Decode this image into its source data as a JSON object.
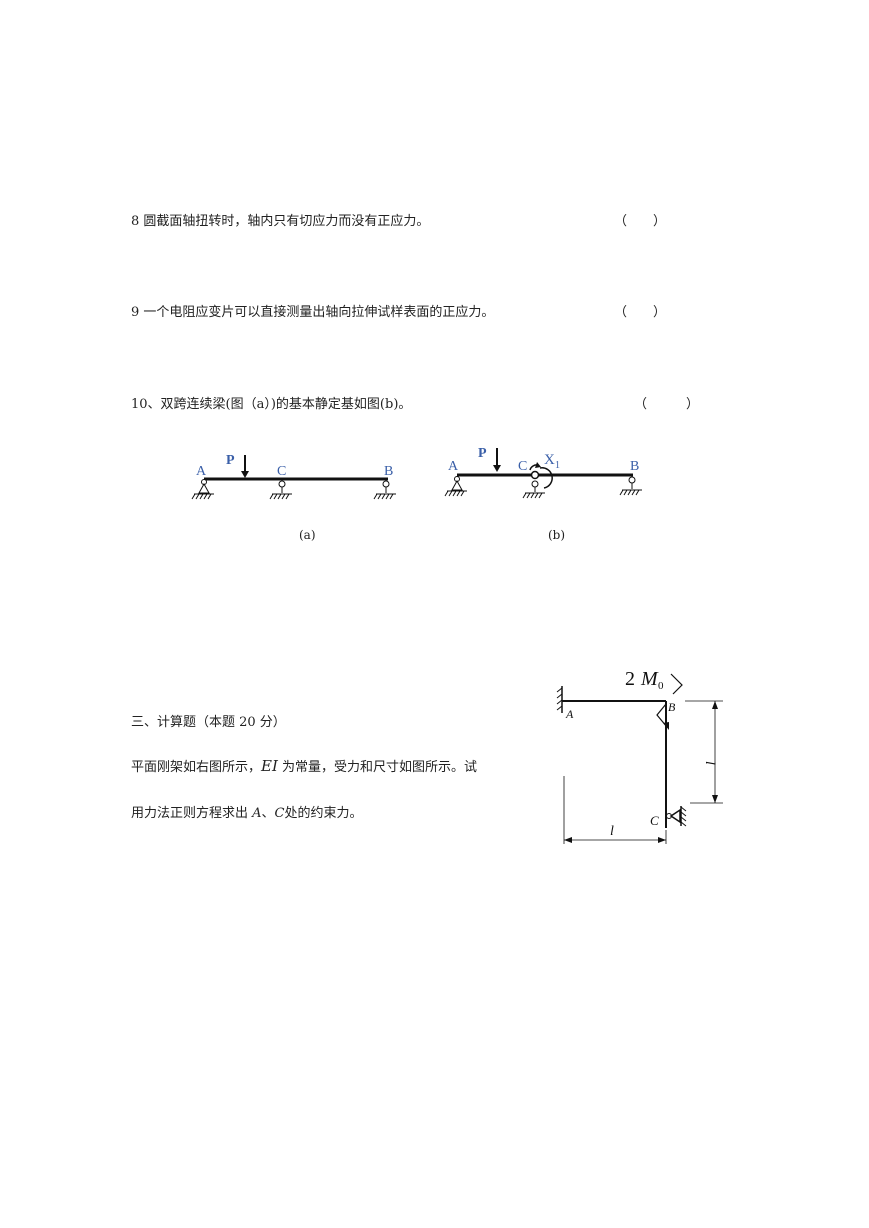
{
  "questions": {
    "q8": {
      "text": "8 圆截面轴扭转时，轴内只有切应力而没有正应力。",
      "paren": "（　　）"
    },
    "q9": {
      "text": "9 一个电阻应变片可以直接测量出轴向拉伸试样表面的正应力。",
      "paren": "（　　）"
    },
    "q10": {
      "text": "10、双跨连续梁(图（a）)的基本静定基如图(b)。",
      "paren": "（　　　）"
    }
  },
  "figure_beams": {
    "a": {
      "caption": "(a)",
      "labels": {
        "A": "A",
        "P": "P",
        "C": "C",
        "B": "B"
      }
    },
    "b": {
      "caption": "(b)",
      "labels": {
        "A": "A",
        "P": "P",
        "C": "C",
        "X1": "X",
        "X1_sub": "1",
        "B": "B"
      }
    }
  },
  "section3": {
    "heading": "三、计算题（本题 20 分）",
    "line1_pre": "平面刚架如右图所示，",
    "line1_ei": "EI",
    "line1_post": " 为常量，受力和尺寸如图所示。试",
    "line2_pre": "用力法正则方程求出 ",
    "line2_a": "A",
    "line2_mid": "、",
    "line2_c": "C",
    "line2_post": "处的约束力。"
  },
  "figure_frame": {
    "moment_coef": "2",
    "moment_sym": "M",
    "moment_sub": "0",
    "A": "A",
    "B": "B",
    "C": "C",
    "dim_vertical": "l",
    "dim_horizontal": "l"
  },
  "colors": {
    "label_blue": "#3a5fa8",
    "ink": "#111111"
  }
}
